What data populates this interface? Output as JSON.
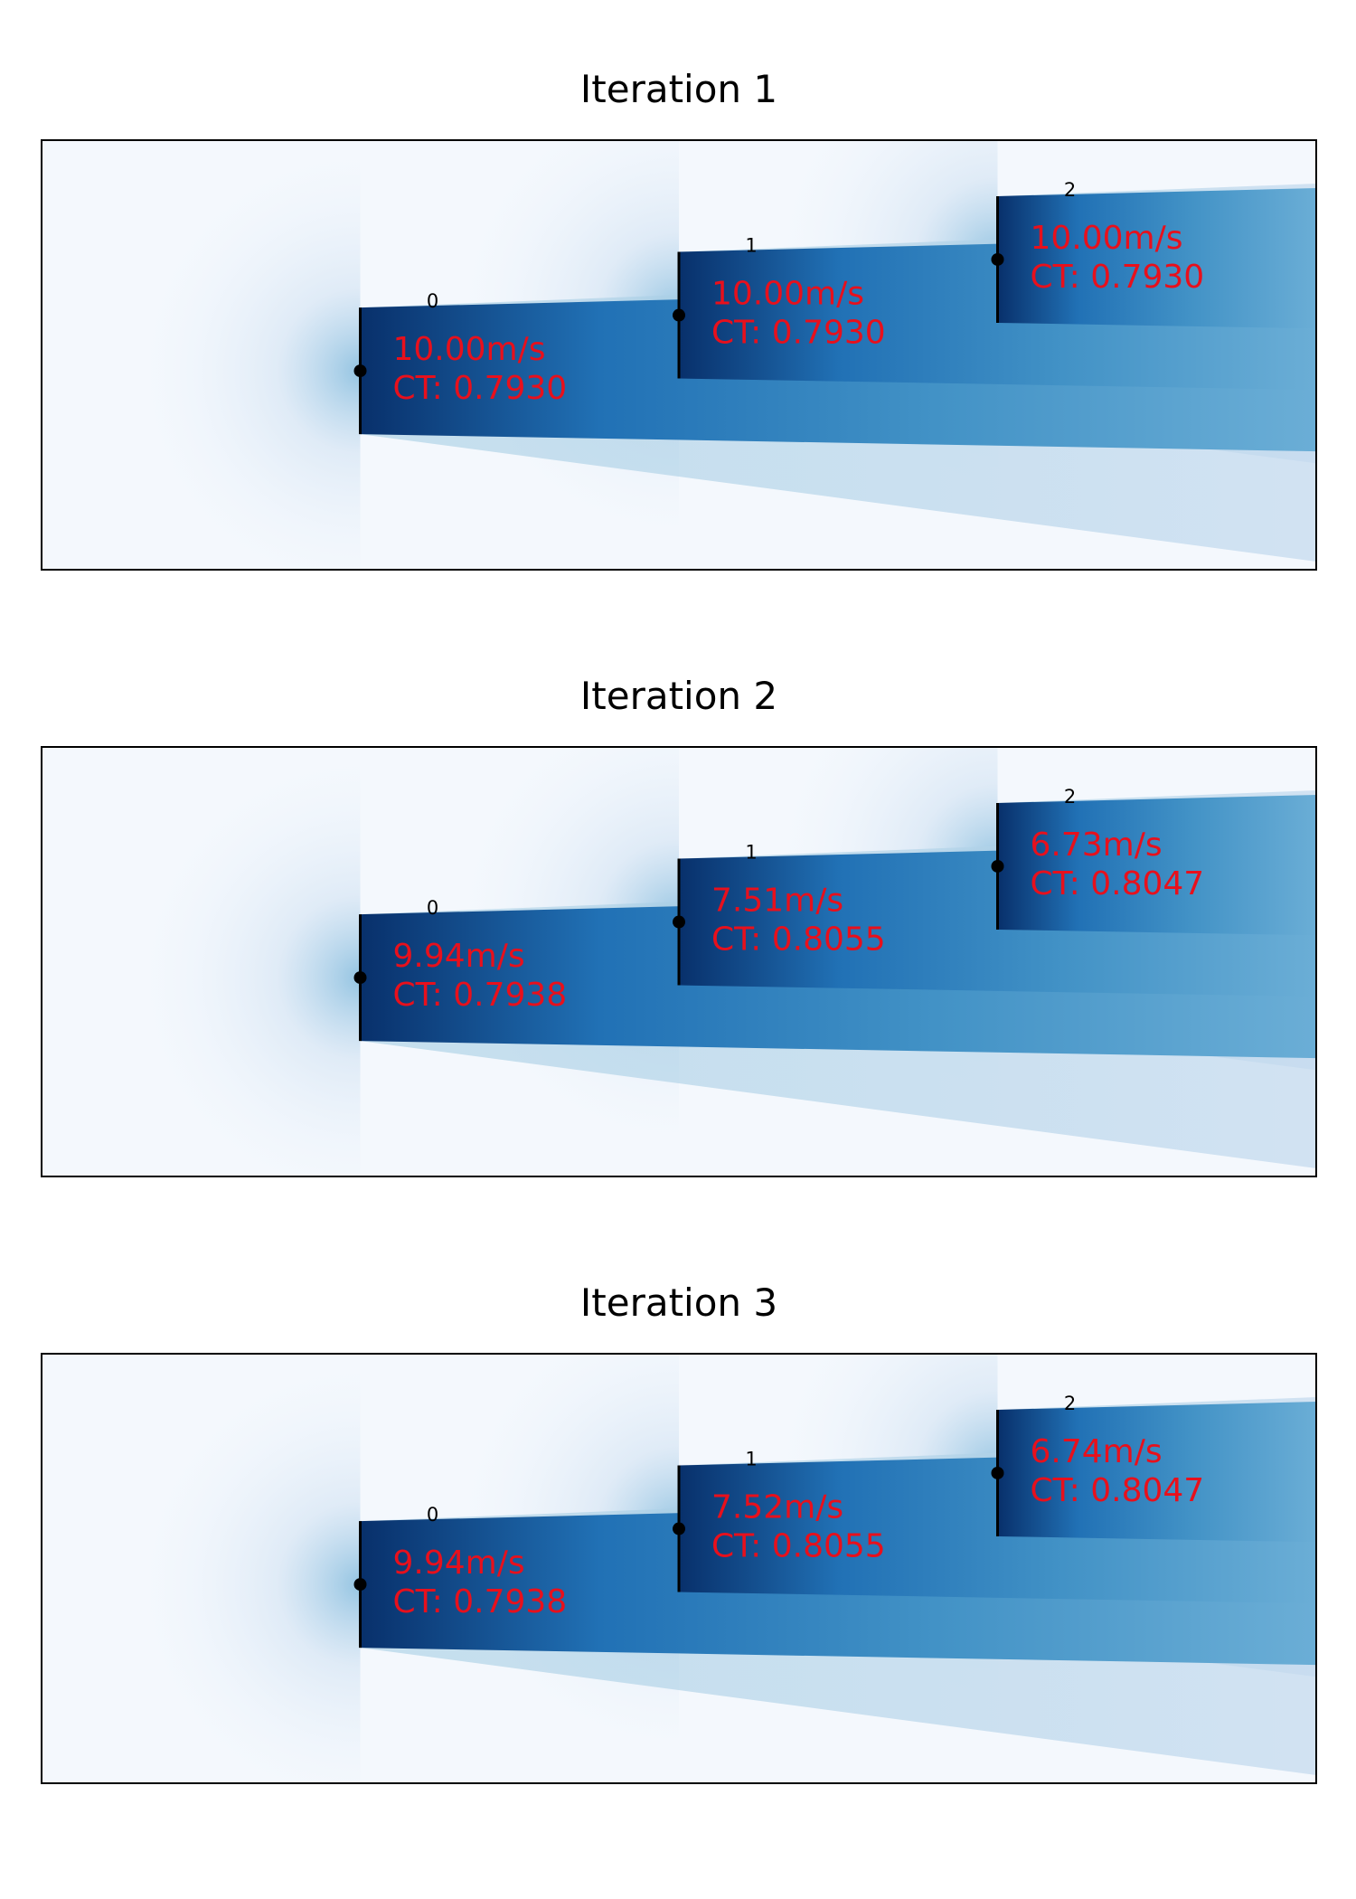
{
  "chart_data": [
    {
      "type": "heatmap",
      "title": "Iteration 1",
      "xlim": [
        0,
        4
      ],
      "ylim": [
        -1.3,
        1.4
      ],
      "grid": false,
      "turbines": [
        {
          "label": "0",
          "x": 1.0,
          "y": -0.05,
          "speed": "10.00m/s",
          "ct": "CT: 0.7930"
        },
        {
          "label": "1",
          "x": 2.0,
          "y": 0.3,
          "speed": "10.00m/s",
          "ct": "CT: 0.7930"
        },
        {
          "label": "2",
          "x": 3.0,
          "y": 0.65,
          "speed": "10.00m/s",
          "ct": "CT: 0.7930"
        }
      ]
    },
    {
      "type": "heatmap",
      "title": "Iteration 2",
      "xlim": [
        0,
        4
      ],
      "ylim": [
        -1.3,
        1.4
      ],
      "grid": false,
      "turbines": [
        {
          "label": "0",
          "x": 1.0,
          "y": -0.05,
          "speed": "9.94m/s",
          "ct": "CT: 0.7938"
        },
        {
          "label": "1",
          "x": 2.0,
          "y": 0.3,
          "speed": "7.51m/s",
          "ct": "CT: 0.8055"
        },
        {
          "label": "2",
          "x": 3.0,
          "y": 0.65,
          "speed": "6.73m/s",
          "ct": "CT: 0.8047"
        }
      ]
    },
    {
      "type": "heatmap",
      "title": "Iteration 3",
      "xlim": [
        0,
        4
      ],
      "ylim": [
        -1.3,
        1.4
      ],
      "grid": false,
      "turbines": [
        {
          "label": "0",
          "x": 1.0,
          "y": -0.05,
          "speed": "9.94m/s",
          "ct": "CT: 0.7938"
        },
        {
          "label": "1",
          "x": 2.0,
          "y": 0.3,
          "speed": "7.52m/s",
          "ct": "CT: 0.8055"
        },
        {
          "label": "2",
          "x": 3.0,
          "y": 0.65,
          "speed": "6.74m/s",
          "ct": "CT: 0.8047"
        }
      ]
    }
  ],
  "colors": {
    "field": "#f4f8fd",
    "wake_dark": "#08306b",
    "wake_mid": "#4292c6",
    "wake_light": "#c6dbef",
    "annotation": "#e8101c",
    "rotor": "#000000"
  }
}
